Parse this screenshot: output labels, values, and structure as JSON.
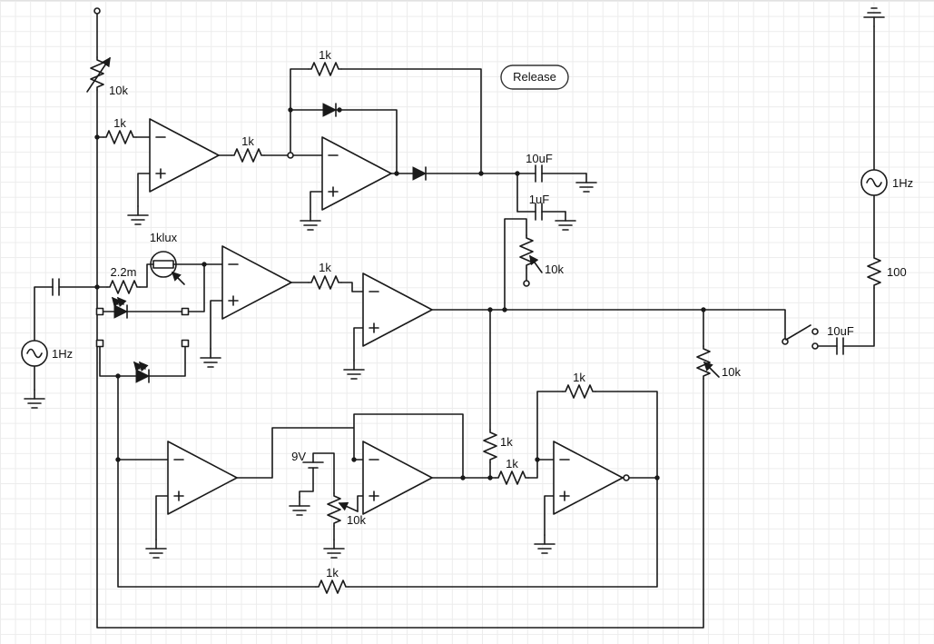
{
  "colors": {
    "background": "#ffffff",
    "grid": "#ececec",
    "stroke": "#1a1a1a"
  },
  "annotation": {
    "release": "Release"
  },
  "labels": {
    "pot_top_left": "10k",
    "r_input": "1k",
    "r_stage1": "1k",
    "r_fb_top": "1k",
    "cap_10uf_top": "10uF",
    "cap_1uf": "1uF",
    "src_right": "1Hz",
    "r_100": "100",
    "cap_10uf_right": "10uF",
    "pot_right": "10k",
    "src_left": "1Hz",
    "r_22m": "2.2m",
    "ldr": "1klux",
    "r_stage2": "1k",
    "pot_mid": "10k",
    "battery": "9V",
    "pot_bias": "10k",
    "r_drop": "1k",
    "r_sum": "1k",
    "r_fb_out": "1k",
    "r_bottom": "1k"
  }
}
